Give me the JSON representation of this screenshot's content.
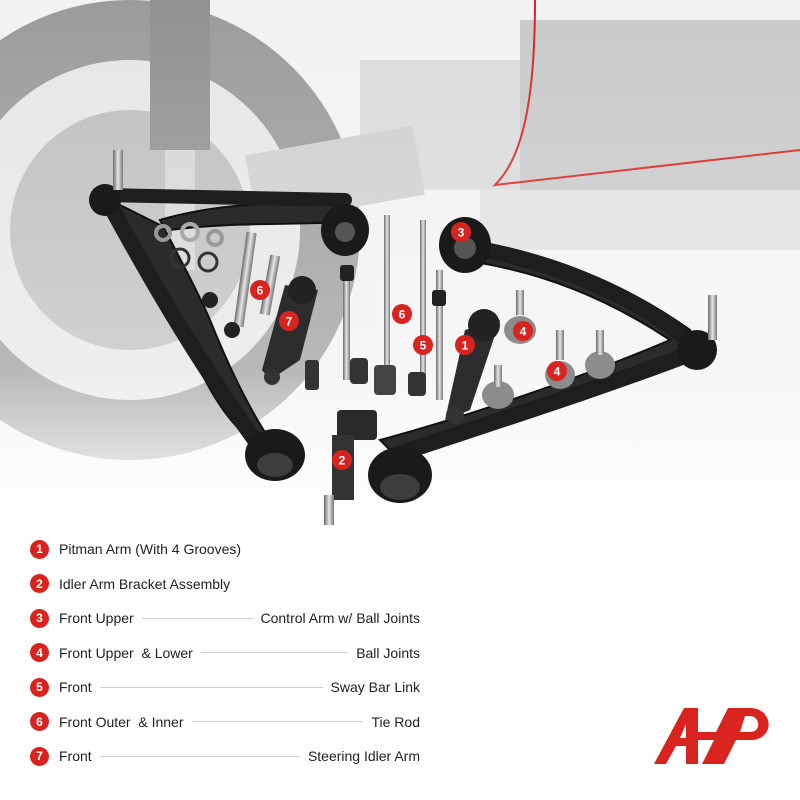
{
  "colors": {
    "accent": "#d8231f",
    "text": "#222222",
    "leader": "#cfcfcf"
  },
  "callouts": [
    "1",
    "2",
    "3",
    "4",
    "4",
    "5",
    "6",
    "6",
    "7"
  ],
  "legend": [
    {
      "num": "1",
      "left": "Pitman Arm (With 4 Grooves)",
      "right": ""
    },
    {
      "num": "2",
      "left": "Idler Arm Bracket Assembly",
      "right": ""
    },
    {
      "num": "3",
      "left": "Front Upper",
      "right": "Control Arm w/ Ball Joints"
    },
    {
      "num": "4",
      "left": "Front Upper  & Lower",
      "right": "Ball Joints"
    },
    {
      "num": "5",
      "left": "Front",
      "right": "Sway Bar Link"
    },
    {
      "num": "6",
      "left": "Front Outer  & Inner",
      "right": "Tie Rod"
    },
    {
      "num": "7",
      "left": "Front",
      "right": "Steering Idler Arm"
    }
  ],
  "logo_icon": "a-premium-logo-icon"
}
